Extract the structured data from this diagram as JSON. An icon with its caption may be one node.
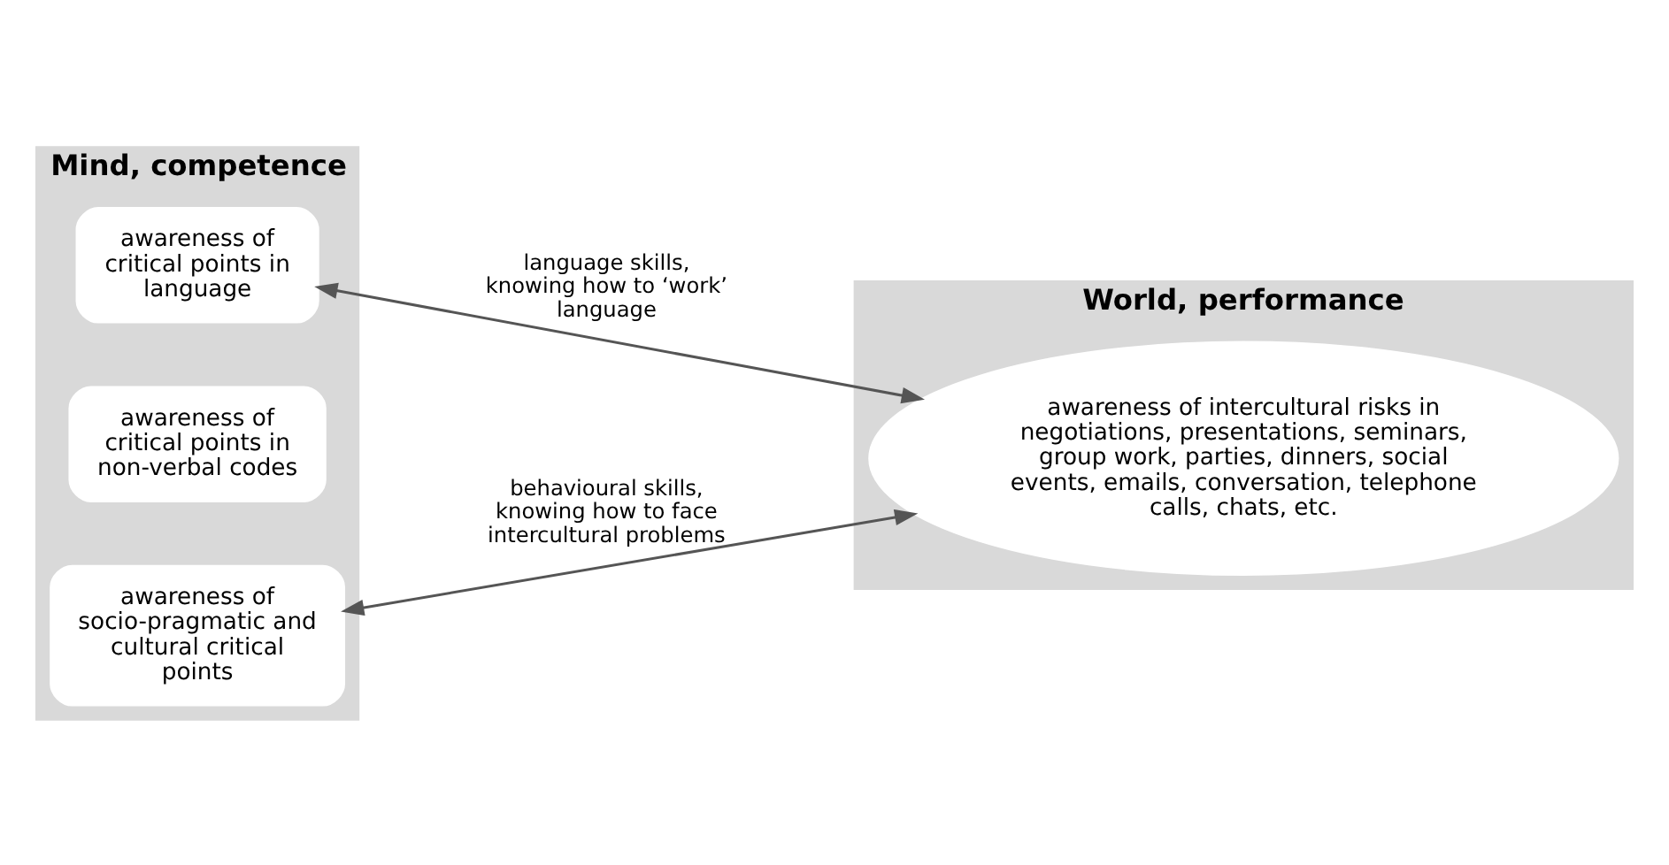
{
  "diagram": {
    "nodes": [
      {
        "text": [
          "Mind, competence"
        ]
      },
      {
        "text": [
          "World, performance"
        ]
      },
      {
        "text": [
          "awareness of critical points in language"
        ],
        "in": 0
      },
      {
        "text": [
          "awareness of critical points in non-verbal codes"
        ],
        "in": 0
      },
      {
        "text": [
          "awareness of socio-pragmatic and cultural critical points"
        ],
        "in": 0
      },
      {
        "text": [
          "awareness of intercultural risks in negotiations, presentations, seminars, group work, parties, dinners, social events, emails, conversation, telephone calls, chats, etc."
        ],
        "in": 1
      }
    ],
    "edges": [
      {
        "from": 2,
        "to": 5,
        "arrow": "both",
        "label": "language skills, knowing how to ‘work’ language"
      },
      {
        "from": 4,
        "to": 5,
        "arrow": "both",
        "label": "behavioural skills, knowing how to face intercultural problems"
      }
    ]
  }
}
